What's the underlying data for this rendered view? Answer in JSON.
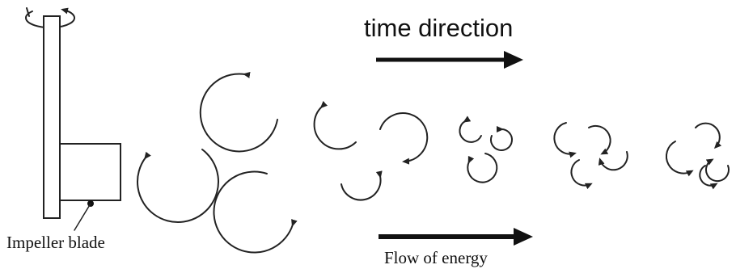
{
  "labels": {
    "time_direction": "time direction",
    "impeller_blade": "Impeller blade",
    "flow_of_energy": "Flow of energy"
  },
  "colors": {
    "ink": "#222222",
    "background": "#ffffff"
  }
}
